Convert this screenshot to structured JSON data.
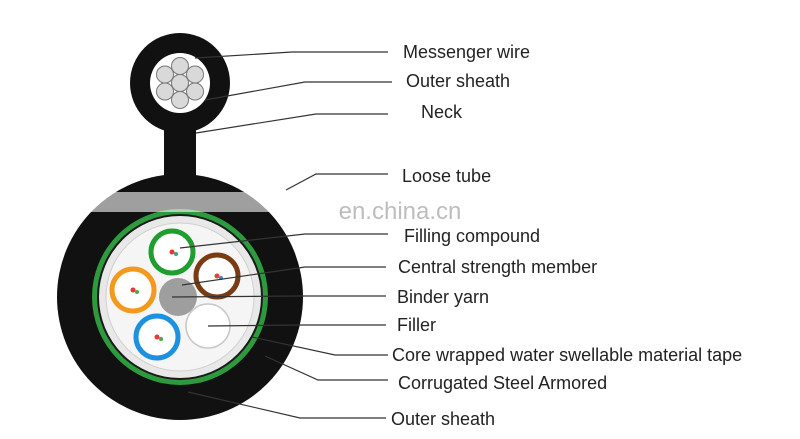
{
  "watermark": "en.china.cn",
  "labels": {
    "messenger_wire": "Messenger wire",
    "outer_sheath_top": "Outer sheath",
    "neck": "Neck",
    "loose_tube": "Loose tube",
    "filling_compound": "Filling compound",
    "central_strength_member": "Central  strength member",
    "binder_yarn": "Binder yarn",
    "filler": "Filler",
    "core_wrapped_tape": "Core wrapped water swellable material tape",
    "corrugated_steel_armored": "Corrugated Steel Armored",
    "outer_sheath_bottom": "Outer sheath"
  },
  "colors": {
    "sheath": "#111111",
    "armor_ring": "#2e9a3e",
    "tape": "#e8e8e8",
    "core": "#f5f5f5",
    "tube_green": "#1f9d2e",
    "tube_brown": "#7a3b12",
    "tube_orange": "#f39a1e",
    "tube_blue": "#1e90e0",
    "strength_member": "#9e9e9e",
    "messenger_strand": "#d9d9d9"
  }
}
